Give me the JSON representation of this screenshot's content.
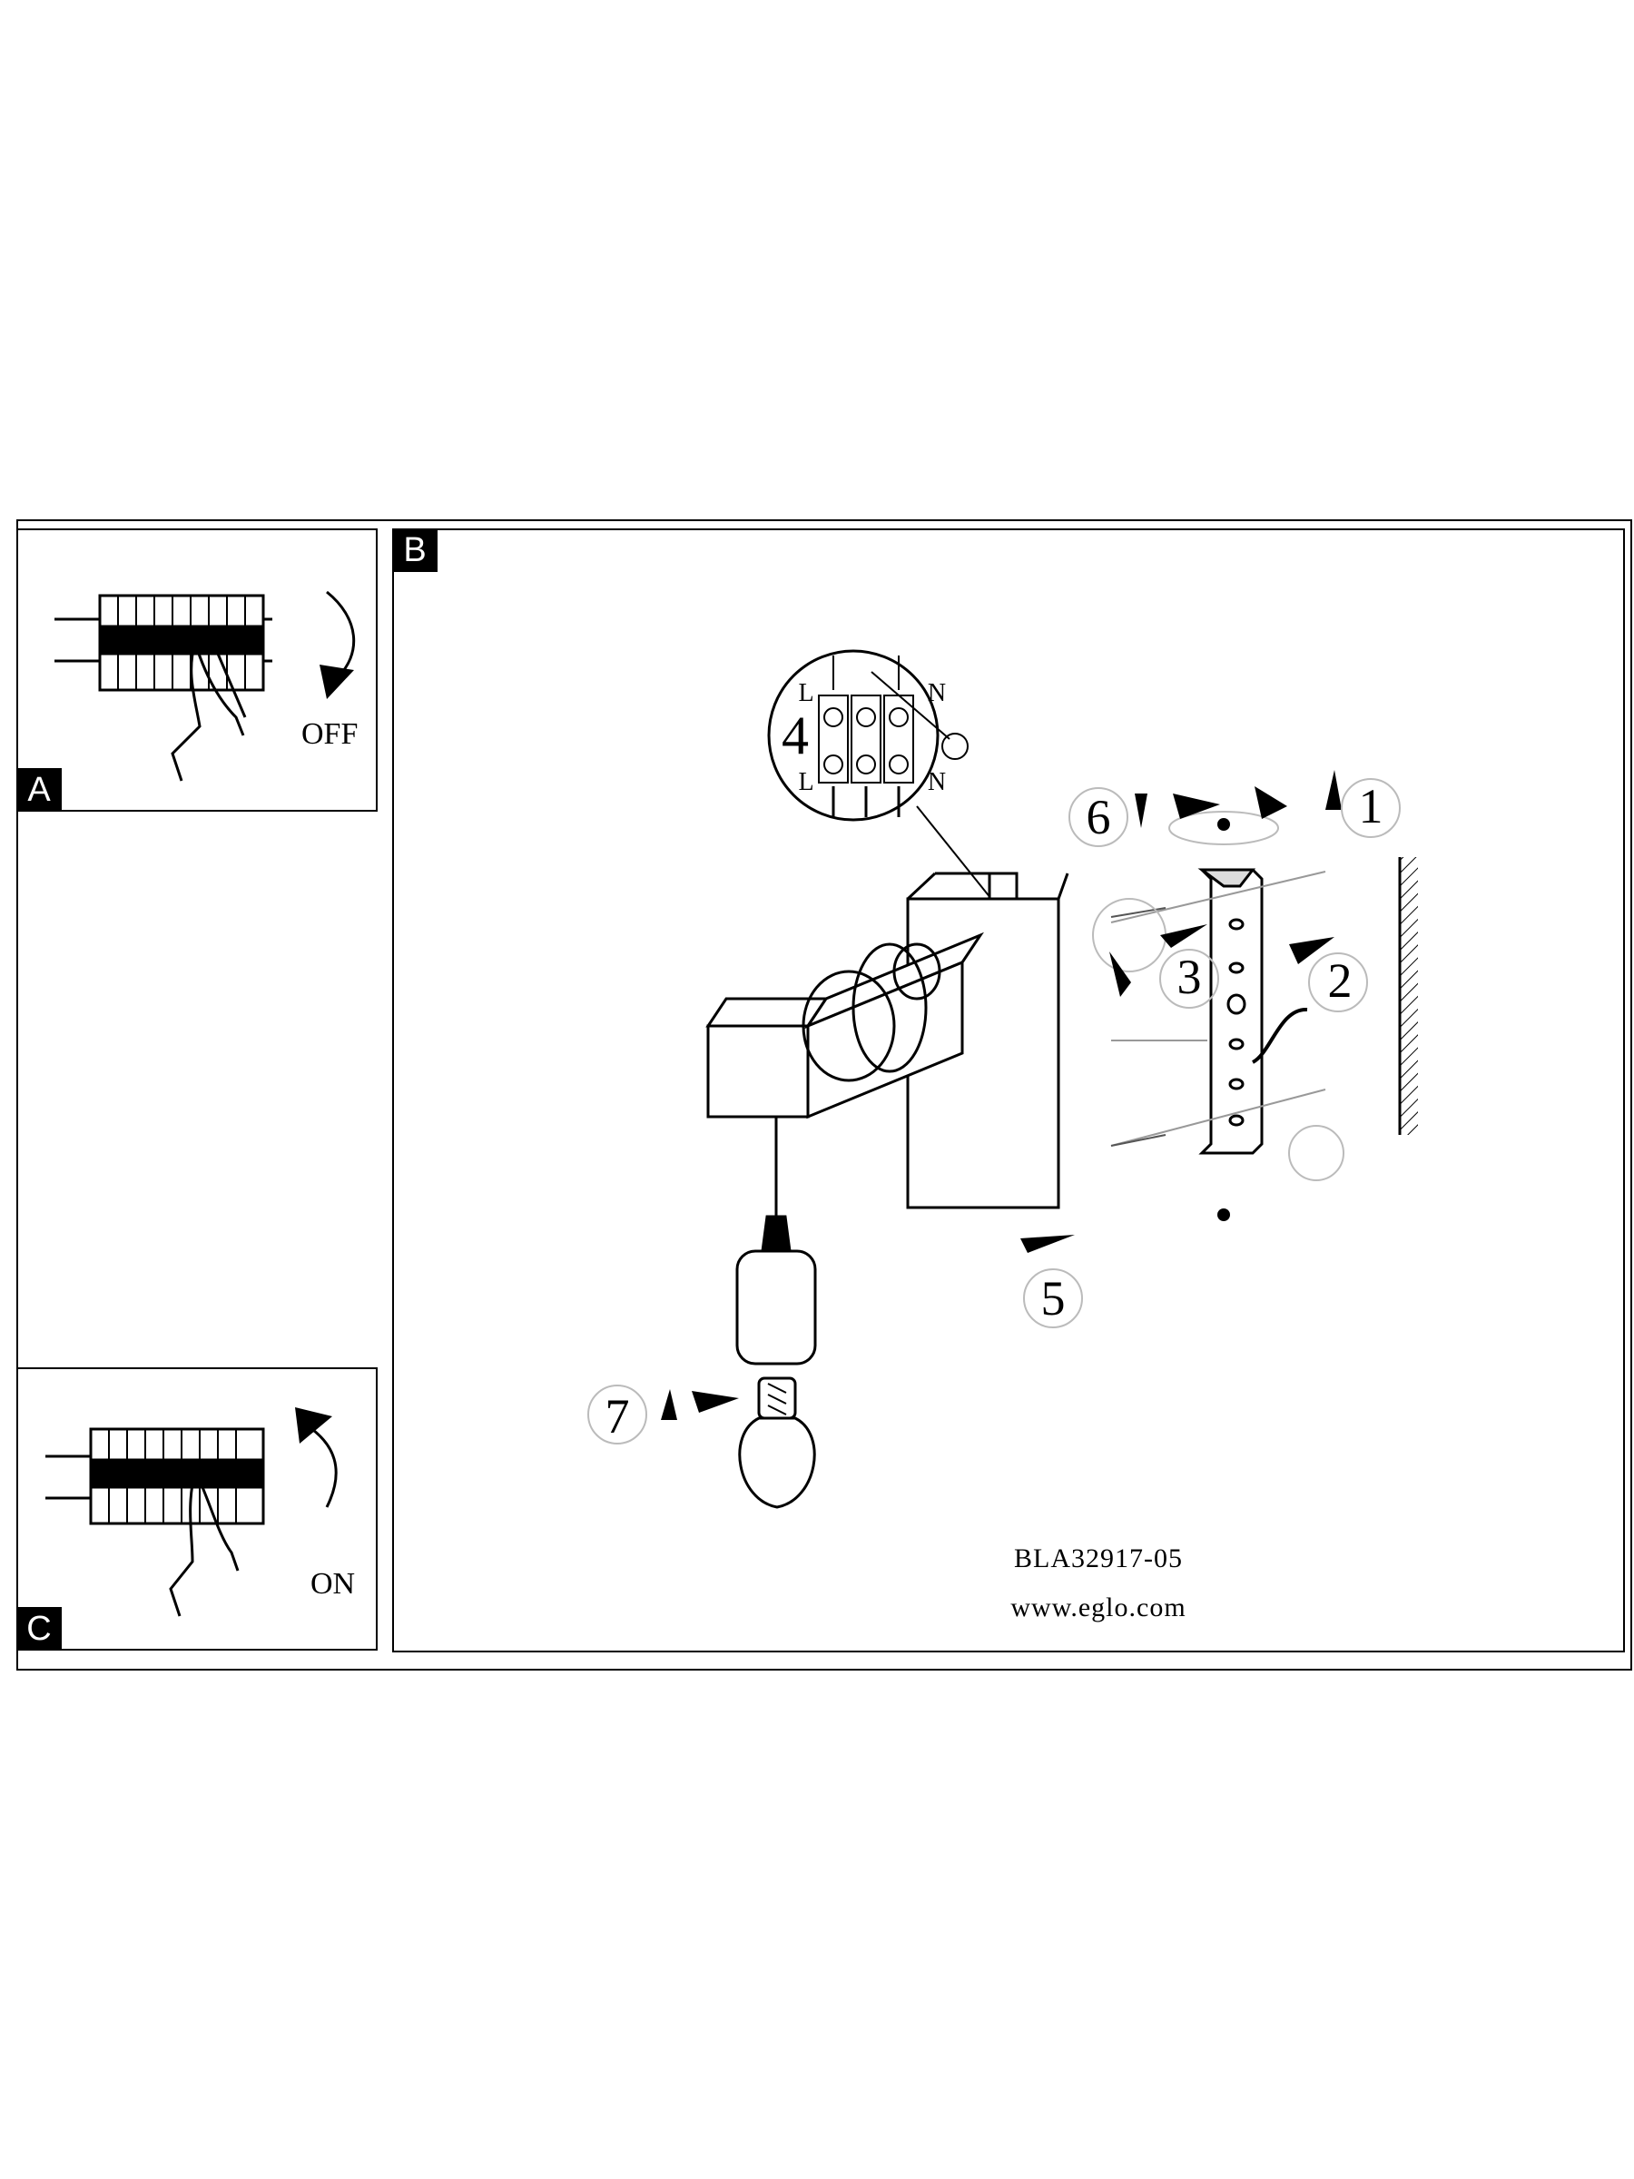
{
  "panels": {
    "a": {
      "tag": "A",
      "switch_label": "OFF"
    },
    "b": {
      "tag": "B"
    },
    "c": {
      "tag": "C",
      "switch_label": "ON"
    }
  },
  "steps": [
    "1",
    "2",
    "3",
    "4",
    "5",
    "6",
    "7"
  ],
  "terminal": {
    "left_top": "L",
    "left_bottom": "L",
    "right_top": "N",
    "right_bottom": "N"
  },
  "model_code": "BLA32917-05",
  "website": "www.eglo.com",
  "colors": {
    "ink": "#000000",
    "paper": "#ffffff",
    "hint": "#bbbbbb"
  }
}
